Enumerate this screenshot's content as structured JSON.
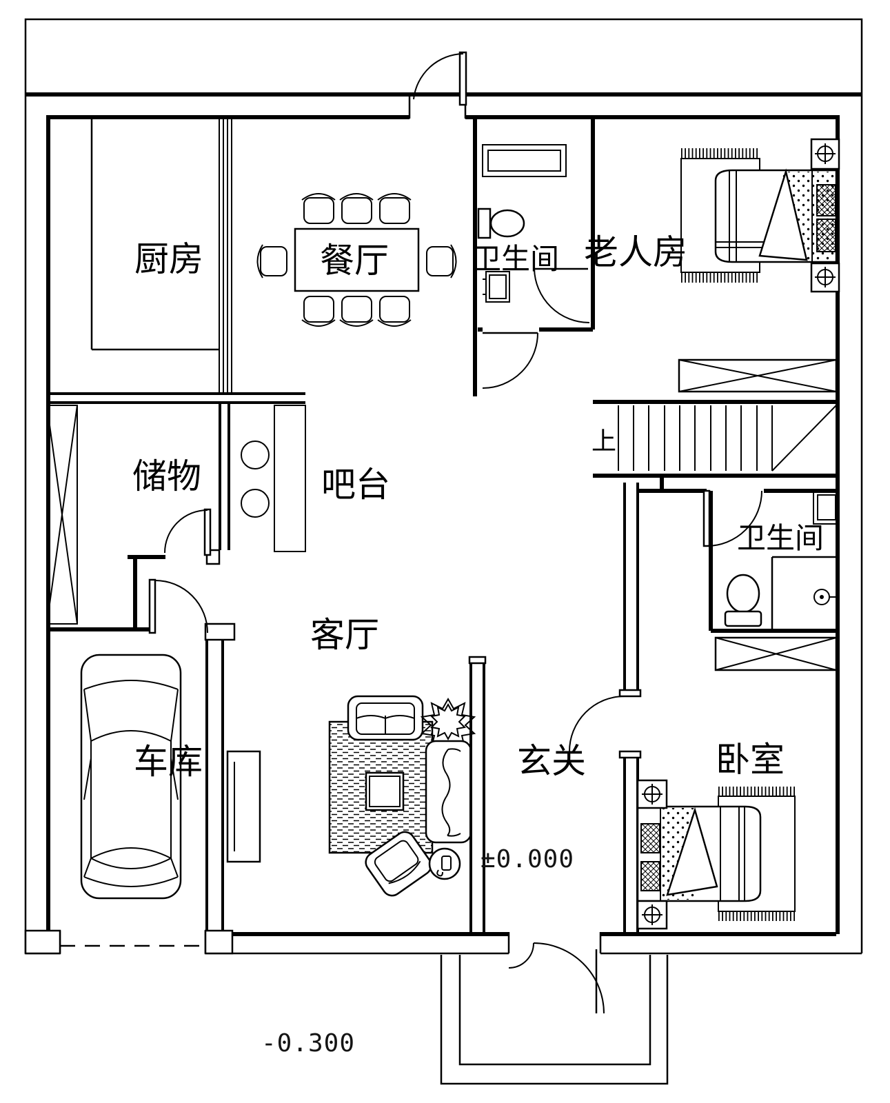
{
  "drawing": {
    "kind": "residential floor plan",
    "background_color": "#ffffff",
    "line_color": "#000000"
  },
  "rooms": {
    "kitchen": {
      "label": "厨房"
    },
    "dining": {
      "label": "餐厅"
    },
    "bathroom_top": {
      "label": "卫生间"
    },
    "elder_room": {
      "label": "老人房"
    },
    "storage": {
      "label": "储物"
    },
    "bar": {
      "label": "吧台"
    },
    "living": {
      "label": "客厅"
    },
    "garage": {
      "label": "车库"
    },
    "entry": {
      "label": "玄关"
    },
    "bathroom_right": {
      "label": "卫生间"
    },
    "bedroom": {
      "label": "卧室"
    }
  },
  "annotations": {
    "stairs_direction": "上",
    "entry_level": "±0.000",
    "garage_level": "-0.300"
  }
}
